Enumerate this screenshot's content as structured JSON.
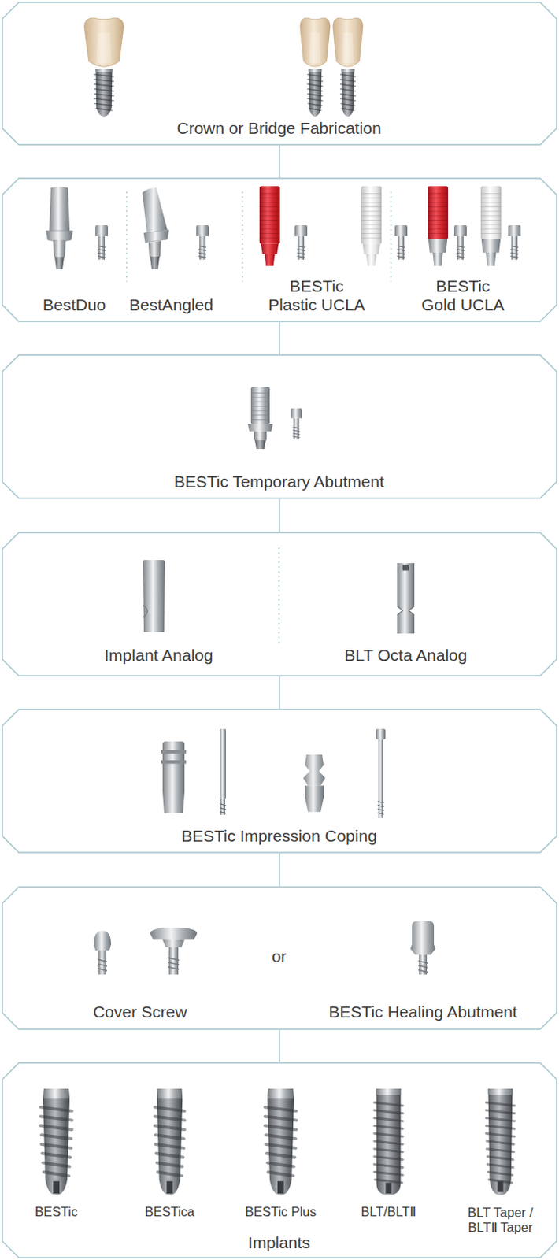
{
  "diagram": {
    "nodes": [
      {
        "text": [
          "Crown or Bridge Fabrication"
        ]
      },
      {
        "text": [
          "BestDuo",
          "BestAngled",
          "BESTic Plastic UCLA",
          "BESTic Gold UCLA"
        ]
      },
      {
        "text": [
          "BESTic Temporary Abutment"
        ]
      },
      {
        "text": [
          "Implant Analog",
          "BLT Octa Analog"
        ]
      },
      {
        "text": [
          "BESTic Impression Coping"
        ]
      },
      {
        "text": [
          "Cover Screw",
          "or",
          "BESTic Healing Abutment"
        ]
      },
      {
        "text": [
          "BESTic",
          "BESTica",
          "BESTic Plus",
          "BLT/BLTⅡ",
          "BLT Taper / BLTⅡ Taper",
          "Implants"
        ]
      }
    ],
    "edges": [
      {
        "from": 0,
        "to": 1,
        "arrow": "none"
      },
      {
        "from": 1,
        "to": 2,
        "arrow": "none"
      },
      {
        "from": 2,
        "to": 3,
        "arrow": "none"
      },
      {
        "from": 3,
        "to": 4,
        "arrow": "none"
      },
      {
        "from": 4,
        "to": 5,
        "arrow": "none"
      },
      {
        "from": 5,
        "to": 6,
        "arrow": "none"
      }
    ]
  }
}
